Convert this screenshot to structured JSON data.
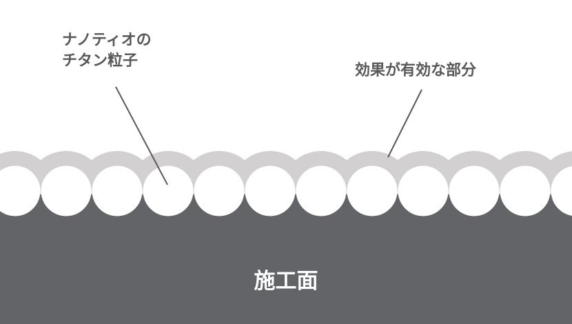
{
  "labels": {
    "particle_line1": "ナノティオの",
    "particle_line2": "チタン粒子",
    "effective_area": "効果が有効な部分",
    "surface": "施工面"
  },
  "colors": {
    "surface": "#636468",
    "effective_layer": "#d3d0d1",
    "particle": "#ffffff",
    "text": "#58585a"
  },
  "particle_count": 12
}
